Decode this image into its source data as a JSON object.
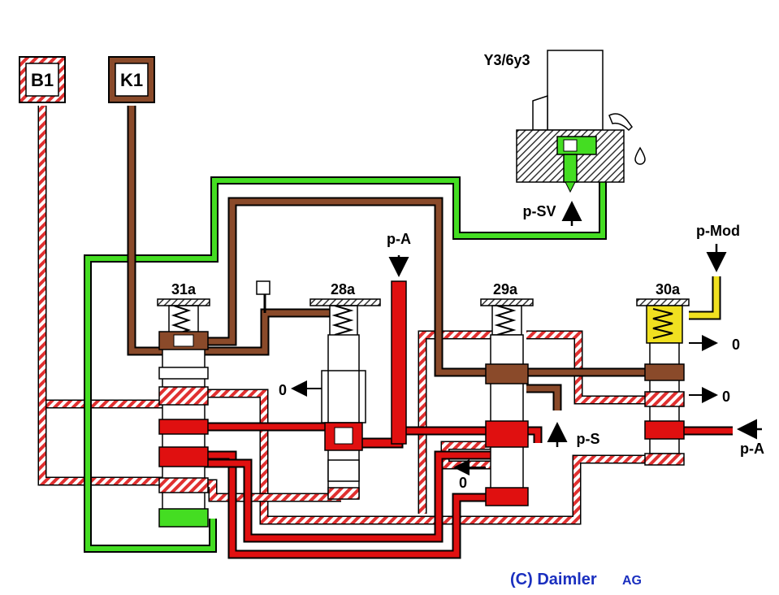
{
  "diagram": {
    "indicators": {
      "b1": "B1",
      "k1": "K1"
    },
    "valves": {
      "v31a": "31a",
      "v28a": "28a",
      "v29a": "29a",
      "v30a": "30a"
    },
    "solenoid": "Y3/6y3",
    "pressures": {
      "p_a_top": "p-A",
      "p_sv": "p-SV",
      "p_mod": "p-Mod",
      "p_s": "p-S",
      "p_a_right": "p-A"
    },
    "exhausts": {
      "ex_28a": "0",
      "ex_29a": "0",
      "ex_30a_top": "0",
      "ex_30a_mid": "0"
    },
    "copyright": {
      "main": "(C) Daimler",
      "suffix": "AG"
    },
    "colors": {
      "green": "#44dd22",
      "brown": "#8a4a2a",
      "red": "#e01010",
      "yellow": "#f0e020",
      "hatch_red": "#e03030"
    }
  }
}
